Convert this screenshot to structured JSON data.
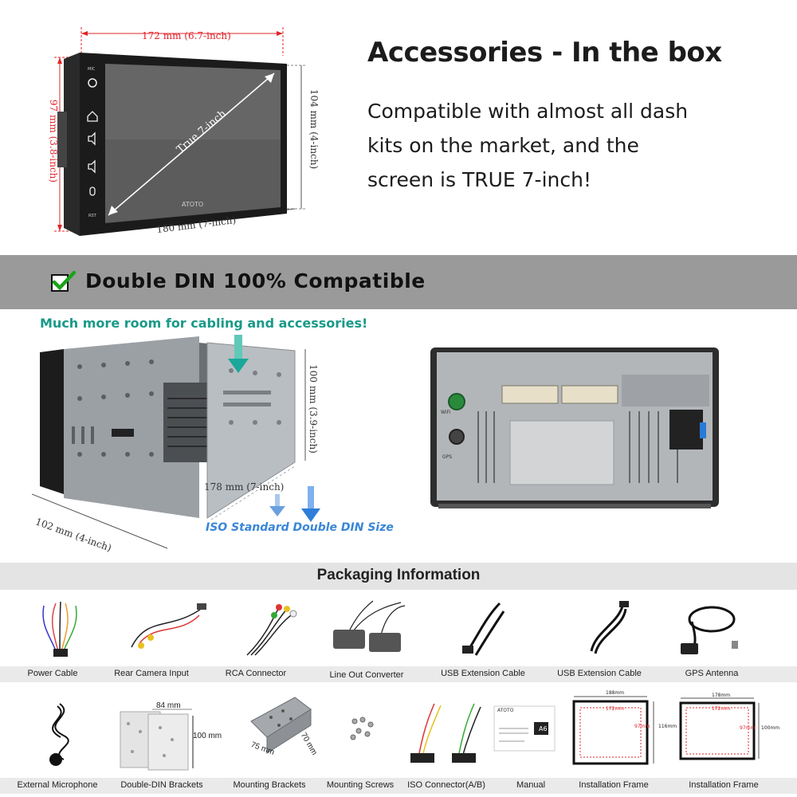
{
  "top": {
    "dim_width_top": "172 mm (6.7-inch)",
    "dim_height_left": "97 mm (3.8-inch)",
    "dim_height_right": "104 mm (4-inch)",
    "dim_width_bottom": "180 mm (7-inch)",
    "diagonal": "True 7-inch",
    "brand": "ATOTO",
    "mic_label": "MIC",
    "rst_label": "RST",
    "heading": "Accessories - In the box",
    "desc_lines": [
      "Compatible with almost all dash",
      "kits on the market, and the",
      "screen is TRUE 7-inch!"
    ]
  },
  "band": {
    "title": "Double DIN 100% Compatible"
  },
  "middle": {
    "room_text": "Much more room for cabling and accessories!",
    "dim_height": "100 mm (3.9-inch)",
    "dim_width": "178 mm (7-inch)",
    "dim_depth": "102 mm (4-inch)",
    "iso_text": "ISO Standard Double DIN Size",
    "wifi_label": "WiFi",
    "gps_label": "GPS"
  },
  "packaging": {
    "title": "Packaging Information",
    "row1": [
      "Power Cable",
      "Rear Camera Input",
      "RCA Connector",
      "Line Out Converter",
      "USB Extension Cable",
      "USB Extension Cable",
      "GPS Antenna"
    ],
    "row2": [
      "External Microphone",
      "Double-DIN Brackets",
      "Mounting Brackets",
      "Mounting Screws",
      "ISO Connector(A/B)",
      "Manual",
      "Installation Frame",
      "Installation Frame"
    ],
    "bracket_w": "84 mm",
    "bracket_h": "100 mm",
    "mount_a": "75 mm",
    "mount_b": "70 mm",
    "frame1_outer_w": "188mm",
    "frame1_inner_w": "172mm",
    "frame1_outer_h": "116mm",
    "frame1_inner_h": "97mm",
    "frame2_outer_w": "178mm",
    "frame2_inner_w": "172mm",
    "frame2_outer_h": "100mm",
    "frame2_inner_h": "97mm",
    "manual_brand": "ATOTO",
    "manual_model": "A6"
  }
}
